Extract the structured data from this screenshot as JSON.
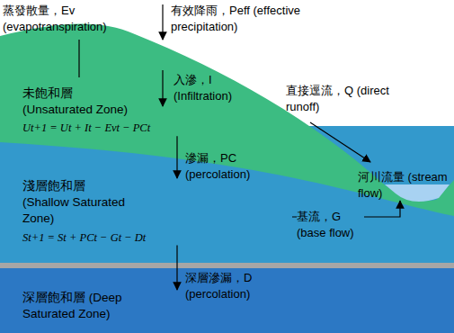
{
  "diagram": {
    "nodes": [
      {
        "text": [
          "未飽和層 (Unsaturated Zone)",
          "Ut+1 = Ut + It − Evt − PCt"
        ]
      },
      {
        "text": [
          "淺層飽和層 (Shallow Saturated Zone)",
          "St+1 = St + PCt − Gt − Dt"
        ]
      },
      {
        "text": [
          "河川流量 (stream flow)"
        ]
      },
      {
        "text": [
          "深層飽和層 (Deep Saturated Zone)"
        ]
      }
    ],
    "edges": [
      {
        "from": 0,
        "to": 1,
        "label": "滲漏，PC (percolation)",
        "arrow": "to"
      },
      {
        "from": 1,
        "to": 3,
        "label": "深層滲漏，D (percolation)",
        "arrow": "to"
      },
      {
        "from": 1,
        "to": 2,
        "label": "基流，G (base flow)",
        "arrow": "to"
      }
    ],
    "labels": [
      "蒸發散量，Ev (evapotranspiration)",
      "有效降雨，Peff (effective precipitation)",
      "入滲，I (Infiltration)",
      "直接逕流，Q (direct runoff)"
    ]
  }
}
